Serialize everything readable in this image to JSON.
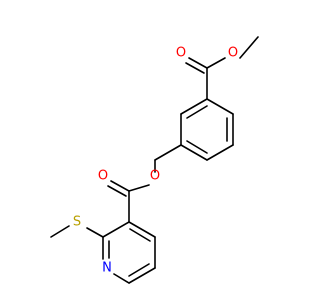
{
  "molecule": {
    "colors": {
      "bond": "#000000",
      "oxygen": "#ff0000",
      "nitrogen": "#0000ff",
      "sulfur": "#b8a000"
    },
    "atoms": {
      "o_ester_methyl": "O",
      "o_carbonyl_top": "O",
      "o_ester_benzyl": "O",
      "o_carbonyl_bottom": "O",
      "s_thioether": "S",
      "n_pyridine": "N"
    }
  }
}
